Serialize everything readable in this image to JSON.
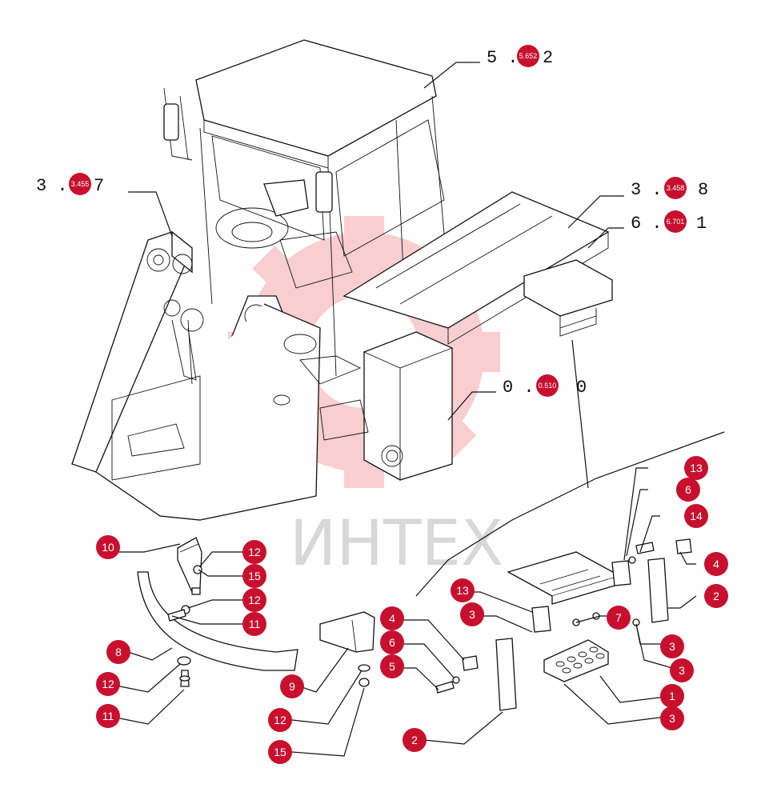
{
  "references": [
    {
      "id": "r1",
      "prefix": "5 .",
      "badge": "5.652",
      "suffix": "2"
    },
    {
      "id": "r2",
      "prefix": "3 .",
      "badge": "3.455",
      "suffix": "7"
    },
    {
      "id": "r3",
      "prefix": "3 .",
      "badge": "3.458",
      "suffix": "8"
    },
    {
      "id": "r4",
      "prefix": "6 .",
      "badge": "6.701",
      "suffix": "1"
    },
    {
      "id": "r5",
      "prefix": "0 .",
      "badge": "0.510",
      "suffix": "0"
    }
  ],
  "callouts": [
    "13",
    "6",
    "14",
    "4",
    "2",
    "10",
    "12",
    "15",
    "12",
    "11",
    "13",
    "3",
    "7",
    "4",
    "6",
    "5",
    "3",
    "3",
    "8",
    "12",
    "9",
    "1",
    "11",
    "12",
    "3",
    "2",
    "15"
  ],
  "watermark": {
    "text": "ИНТЕХ",
    "color": "#e8262e"
  },
  "colors": {
    "badge": "#c8102e",
    "line": "#111111"
  }
}
